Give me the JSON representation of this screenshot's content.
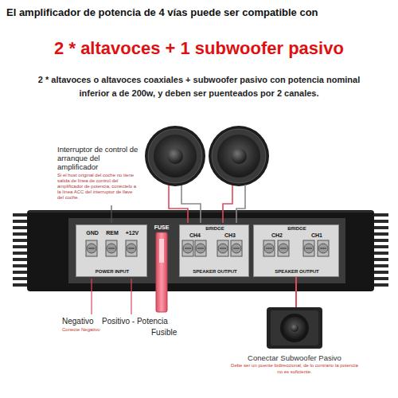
{
  "diagram": {
    "title": "El amplificador de potencia de 4 vías puede ser compatible con",
    "nodes": [
      {
        "text": [
          "GND",
          "REM",
          "+12V",
          "POWER INPUT"
        ]
      },
      {
        "text": [
          "CH4",
          "BRIDGE",
          "CH3",
          "SPEAKER OUTPUT"
        ]
      },
      {
        "text": [
          "CH2",
          "BRIDGE",
          "CH1",
          "SPEAKER OUTPUT"
        ]
      },
      {
        "text": [
          "Conectar Subwoofer Pasivo",
          "Debe ser un puente bidireccional, de lo contrario la potencia no es suficiente."
        ]
      }
    ],
    "edges": [
      {
        "from": 2,
        "to": 3,
        "arrow": "none"
      }
    ],
    "labels": [
      "2 * altavoces + 1 subwoofer pasivo",
      "2 * altavoces o altavoces coaxiales + subwoofer pasivo con potencia nominal inferior a de 200w, y deben ser puenteados por 2 canales.",
      "Interruptor de control de arranque del amplificador",
      "Si el host original del coche no tiene salida de línea de control del amplificador de potencia, conéctelo a la línea ACC del interruptor de llave del coche.",
      "FUSE",
      "Negativo",
      "Conecte Negativo",
      "Positivo - Potencia",
      "Fusible"
    ]
  }
}
